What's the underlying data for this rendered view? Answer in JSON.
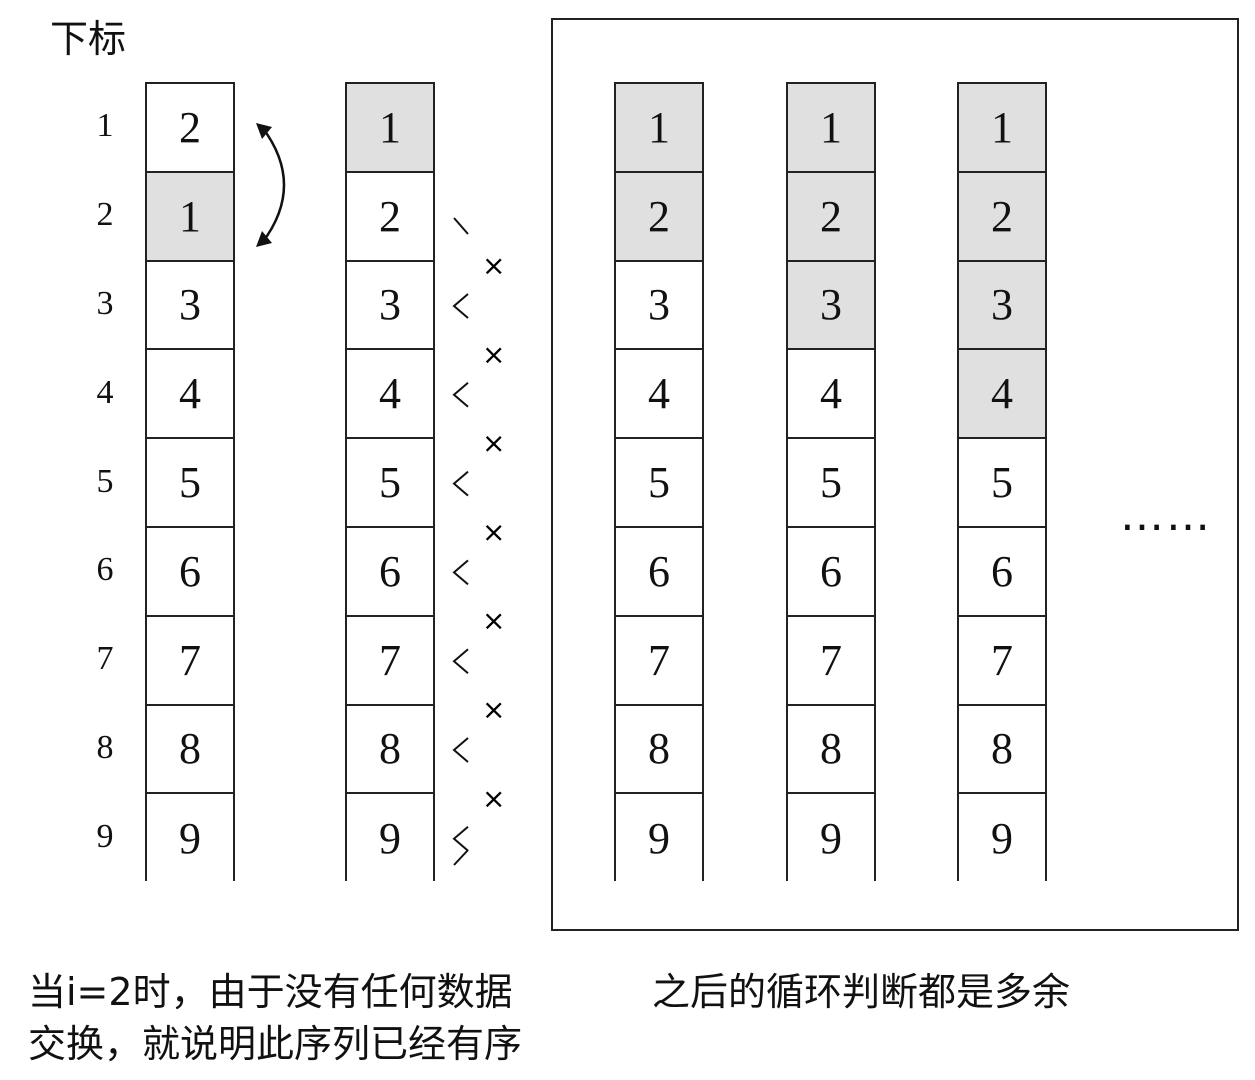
{
  "title": "下标",
  "indices": [
    "1",
    "2",
    "3",
    "4",
    "5",
    "6",
    "7",
    "8",
    "9"
  ],
  "columns": [
    {
      "values": [
        "2",
        "1",
        "3",
        "4",
        "5",
        "6",
        "7",
        "8",
        "9"
      ],
      "highlighted": [
        false,
        true,
        false,
        false,
        false,
        false,
        false,
        false,
        false
      ]
    },
    {
      "values": [
        "1",
        "2",
        "3",
        "4",
        "5",
        "6",
        "7",
        "8",
        "9"
      ],
      "highlighted": [
        true,
        false,
        false,
        false,
        false,
        false,
        false,
        false,
        false
      ]
    },
    {
      "values": [
        "1",
        "2",
        "3",
        "4",
        "5",
        "6",
        "7",
        "8",
        "9"
      ],
      "highlighted": [
        true,
        true,
        false,
        false,
        false,
        false,
        false,
        false,
        false
      ]
    },
    {
      "values": [
        "1",
        "2",
        "3",
        "4",
        "5",
        "6",
        "7",
        "8",
        "9"
      ],
      "highlighted": [
        true,
        true,
        true,
        false,
        false,
        false,
        false,
        false,
        false
      ]
    },
    {
      "values": [
        "1",
        "2",
        "3",
        "4",
        "5",
        "6",
        "7",
        "8",
        "9"
      ],
      "highlighted": [
        true,
        true,
        true,
        true,
        false,
        false,
        false,
        false,
        false
      ]
    }
  ],
  "no_swap_marks": [
    "×",
    "×",
    "×",
    "×",
    "×",
    "×",
    "×"
  ],
  "ellipsis": "……",
  "caption_left": [
    "当i=2时，由于没有任何数据",
    "交换，就说明此序列已经有序"
  ],
  "caption_right": "之后的循环判断都是多余",
  "colors": {
    "highlight": "#e0e0e0",
    "border": "#222222",
    "background": "#ffffff"
  }
}
